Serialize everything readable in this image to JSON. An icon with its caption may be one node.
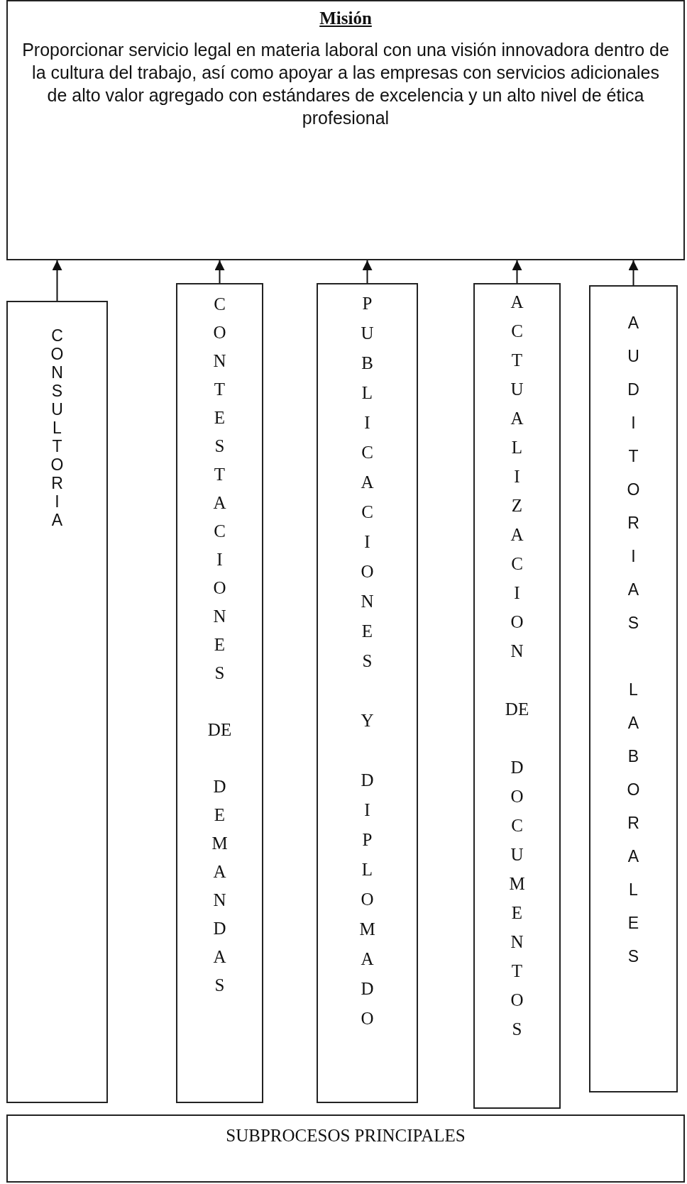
{
  "diagram": {
    "nodes": [
      {
        "text": [
          "Misión",
          "Proporcionar servicio legal en materia laboral con una visión innovadora dentro de la cultura del trabajo, así como apoyar a las empresas con servicios adicionales de alto valor agregado con estándares de excelencia y un alto nivel de ética profesional"
        ]
      },
      {
        "text": [
          "CONSULTORIA"
        ]
      },
      {
        "text": [
          "CONTESTACIONES DE DEMANDAS"
        ]
      },
      {
        "text": [
          "PUBLICACIONES Y DIPLOMADO"
        ]
      },
      {
        "text": [
          "ACTUALIZACION DE DOCUMENTOS"
        ]
      },
      {
        "text": [
          "AUDITORIAS LABORALES"
        ]
      },
      {
        "text": [
          "SUBPROCESOS PRINCIPALES"
        ]
      }
    ],
    "edges": [
      {
        "from": 1,
        "to": 0,
        "arrow": "to"
      },
      {
        "from": 2,
        "to": 0,
        "arrow": "to"
      },
      {
        "from": 3,
        "to": 0,
        "arrow": "to"
      },
      {
        "from": 4,
        "to": 0,
        "arrow": "to"
      },
      {
        "from": 5,
        "to": 0,
        "arrow": "to"
      }
    ]
  }
}
